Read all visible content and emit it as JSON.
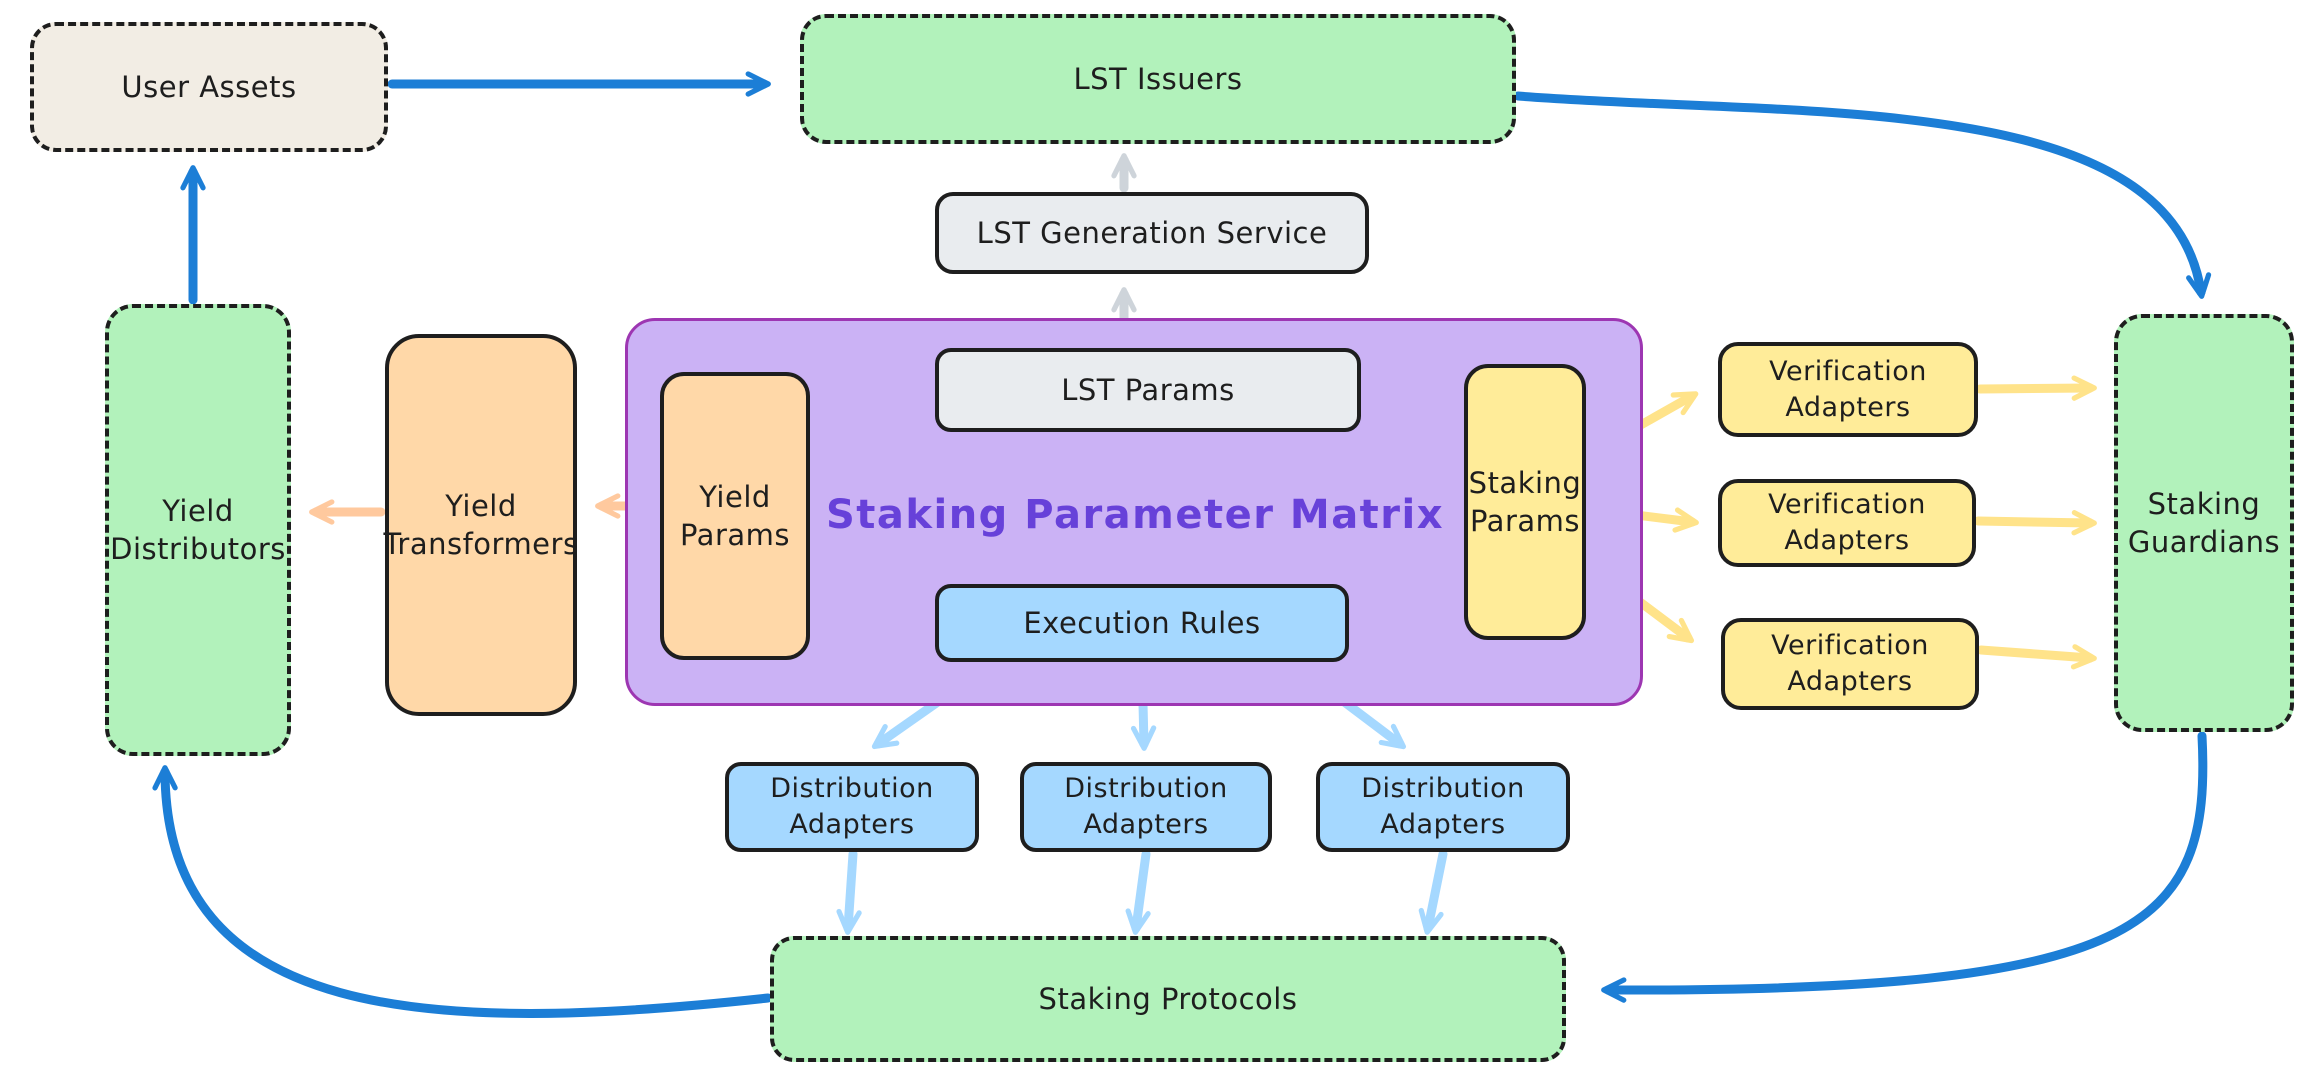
{
  "diagram": {
    "title": {
      "label": "Staking Parameter Matrix",
      "color": "#6741d9"
    },
    "nodes": {
      "user_assets": "User Assets",
      "lst_issuers": "LST Issuers",
      "lst_generation_service": "LST Generation Service",
      "lst_params": "LST Params",
      "yield_params": "Yield Params",
      "execution_rules": "Execution Rules",
      "staking_params": "Staking Params",
      "yield_transformers": "Yield Transformers",
      "yield_distributors": "Yield Distributors",
      "staking_guardians": "Staking Guardians",
      "staking_protocols": "Staking Protocols"
    },
    "verification_adapters": [
      {
        "label": "Verification Adapters"
      },
      {
        "label": "Verification Adapters"
      },
      {
        "label": "Verification Adapters"
      }
    ],
    "distribution_adapters": [
      {
        "label": "Distribution Adapters"
      },
      {
        "label": "Distribution Adapters"
      },
      {
        "label": "Distribution Adapters"
      }
    ],
    "edges": [
      {
        "from": "user-assets",
        "to": "lst-issuers",
        "color": "blue"
      },
      {
        "from": "lst-issuers",
        "to": "staking-guardians",
        "color": "blue"
      },
      {
        "from": "staking-guardians",
        "to": "staking-protocols",
        "color": "blue"
      },
      {
        "from": "staking-protocols",
        "to": "yield-distributors",
        "color": "blue"
      },
      {
        "from": "yield-distributors",
        "to": "user-assets",
        "color": "blue"
      },
      {
        "from": "lst-params",
        "to": "lst-generation-service",
        "color": "gray"
      },
      {
        "from": "lst-generation-service",
        "to": "lst-issuers",
        "color": "gray"
      },
      {
        "from": "yield-params",
        "to": "yield-transformers",
        "color": "orange"
      },
      {
        "from": "yield-transformers",
        "to": "yield-distributors",
        "color": "orange"
      },
      {
        "from": "staking-params",
        "to": "verification-adapters-1",
        "color": "yellow"
      },
      {
        "from": "staking-params",
        "to": "verification-adapters-2",
        "color": "yellow"
      },
      {
        "from": "staking-params",
        "to": "verification-adapters-3",
        "color": "yellow"
      },
      {
        "from": "verification-adapters-1",
        "to": "staking-guardians",
        "color": "yellow"
      },
      {
        "from": "verification-adapters-2",
        "to": "staking-guardians",
        "color": "yellow"
      },
      {
        "from": "verification-adapters-3",
        "to": "staking-guardians",
        "color": "yellow"
      },
      {
        "from": "execution-rules",
        "to": "distribution-adapters-1",
        "color": "lightblue"
      },
      {
        "from": "execution-rules",
        "to": "distribution-adapters-2",
        "color": "lightblue"
      },
      {
        "from": "execution-rules",
        "to": "distribution-adapters-3",
        "color": "lightblue"
      },
      {
        "from": "distribution-adapters-1",
        "to": "staking-protocols",
        "color": "lightblue"
      },
      {
        "from": "distribution-adapters-2",
        "to": "staking-protocols",
        "color": "lightblue"
      },
      {
        "from": "distribution-adapters-3",
        "to": "staking-protocols",
        "color": "lightblue"
      }
    ],
    "colors": {
      "beige_fill": "#f2ede4",
      "green_fill": "#b2f2bb",
      "gray_fill": "#e9ecef",
      "orange_fill": "#ffd8a8",
      "yellow_fill": "#ffec99",
      "lightblue_fill": "#a5d8ff",
      "purple_fill": "#cbb2f5",
      "purple_border": "#9d36b2",
      "dark_stroke": "#1e1e1e",
      "arrow_blue": "#1c7ed6",
      "arrow_gray": "#ced4da",
      "arrow_orange": "#ffc99e",
      "arrow_yellow": "#ffe38a",
      "arrow_lightblue": "#a5d8ff",
      "title_color": "#6741d9"
    }
  }
}
